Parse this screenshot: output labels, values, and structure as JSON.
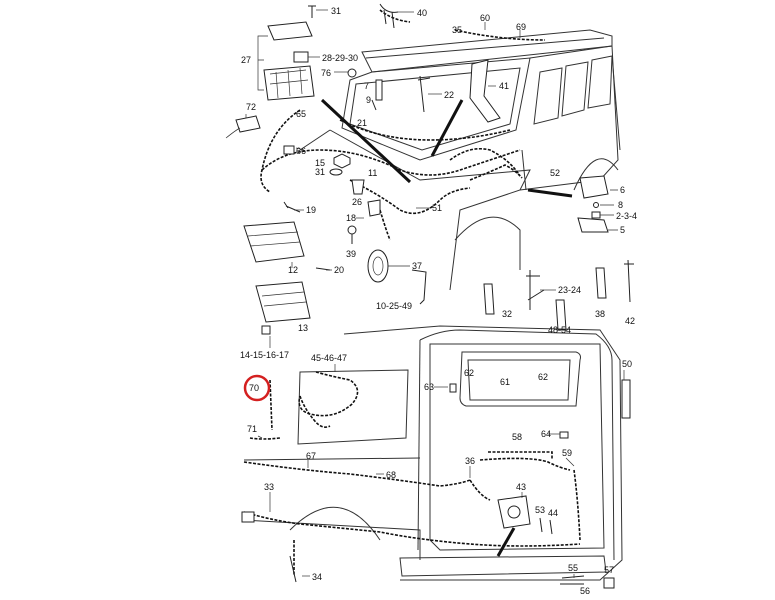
{
  "callouts": {
    "c31": "31",
    "c40": "40",
    "c60": "60",
    "c69": "69",
    "c35": "35",
    "c27": "27",
    "c28": "28-29-30",
    "c76": "76",
    "c7": "7",
    "c22": "22",
    "c41": "41",
    "c72": "72",
    "c65": "65",
    "c9": "9",
    "c21": "21",
    "c66": "66",
    "c15": "15",
    "c31b": "31",
    "c11": "11",
    "c26": "26",
    "c51": "51",
    "c52": "52",
    "c6": "6",
    "c8": "8",
    "c234": "2-3-4",
    "c5": "5",
    "c19": "19",
    "c18": "18",
    "c39": "39",
    "c37": "37",
    "c12": "12",
    "c20": "20",
    "c1025": "10-25-49",
    "c32": "32",
    "c2324": "23-24",
    "c38": "38",
    "c42": "42",
    "c4854": "48-54",
    "c13": "13",
    "c141516": "14-15-16-17",
    "c454647": "45-46-47",
    "c50": "50",
    "c62a": "62",
    "c62b": "62",
    "c63": "63",
    "c61": "61",
    "c70": "70",
    "c71": "71",
    "c58": "58",
    "c64": "64",
    "c67": "67",
    "c36": "36",
    "c59": "59",
    "c68": "68",
    "c43": "43",
    "c33": "33",
    "c53": "53",
    "c44": "44",
    "c34": "34",
    "c55": "55",
    "c57": "57",
    "c56": "56"
  },
  "highlight": {
    "color": "#d42020"
  }
}
